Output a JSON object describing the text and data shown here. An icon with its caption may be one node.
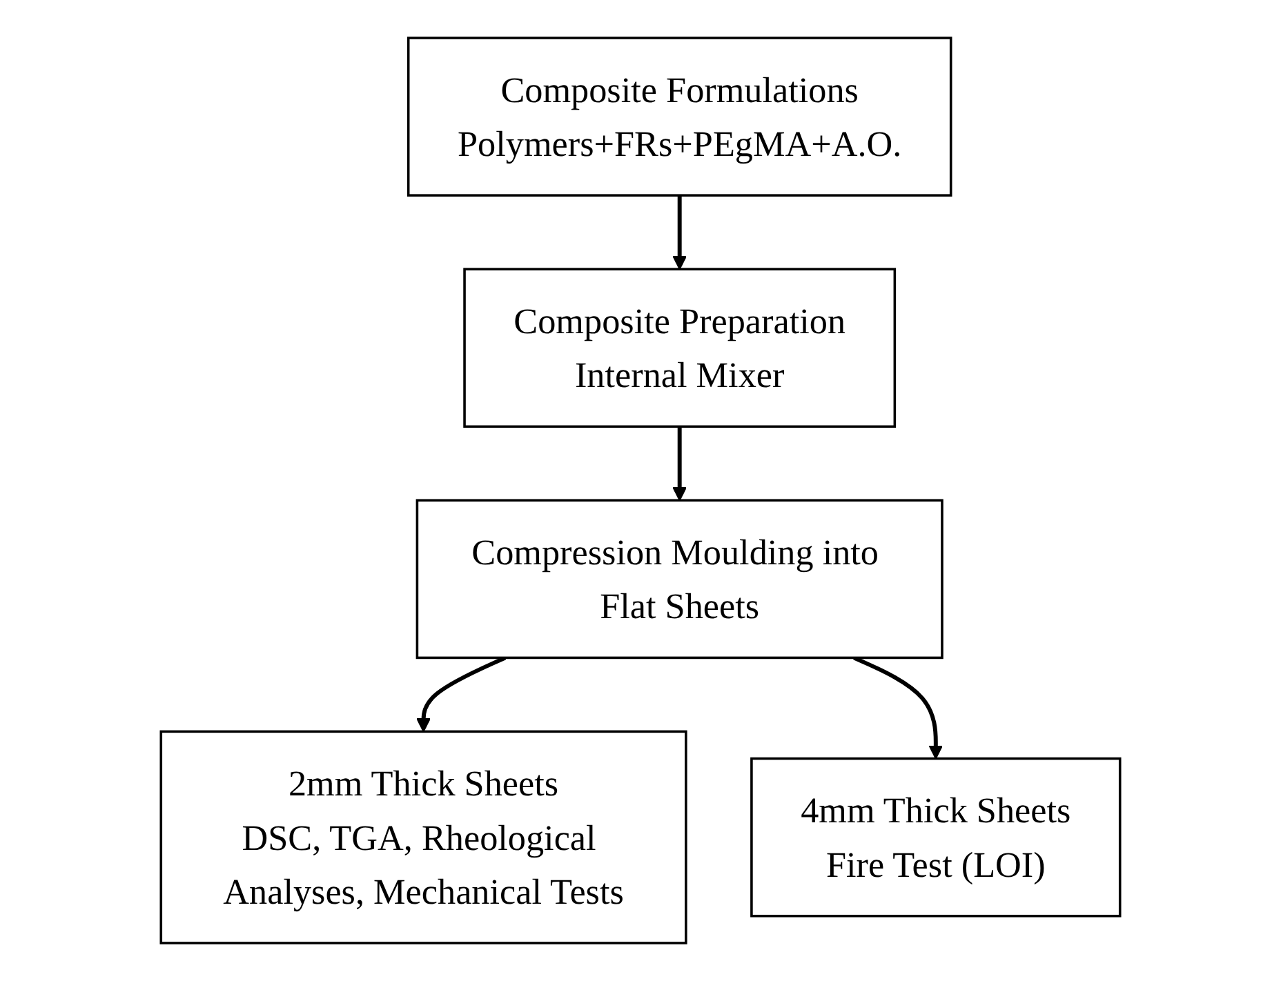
{
  "diagram": {
    "nodes": [
      {
        "text": [
          "Composite Formulations",
          "Polymers+FRs+PEgMA+A.O."
        ]
      },
      {
        "text": [
          "Composite Preparation",
          "Internal Mixer"
        ]
      },
      {
        "text": [
          "Compression Moulding into Flat Sheets"
        ]
      },
      {
        "text": [
          "2mm Thick Sheets",
          "DSC, TGA, Rheological Analyses, Mechanical Tests"
        ]
      },
      {
        "text": [
          "4mm Thick Sheets",
          "Fire Test (LOI)"
        ]
      }
    ],
    "edges": [
      {
        "from": 0,
        "to": 1,
        "arrow": "to"
      },
      {
        "from": 1,
        "to": 2,
        "arrow": "to"
      },
      {
        "from": 2,
        "to": 3,
        "arrow": "to"
      },
      {
        "from": 2,
        "to": 4,
        "arrow": "to"
      }
    ]
  }
}
